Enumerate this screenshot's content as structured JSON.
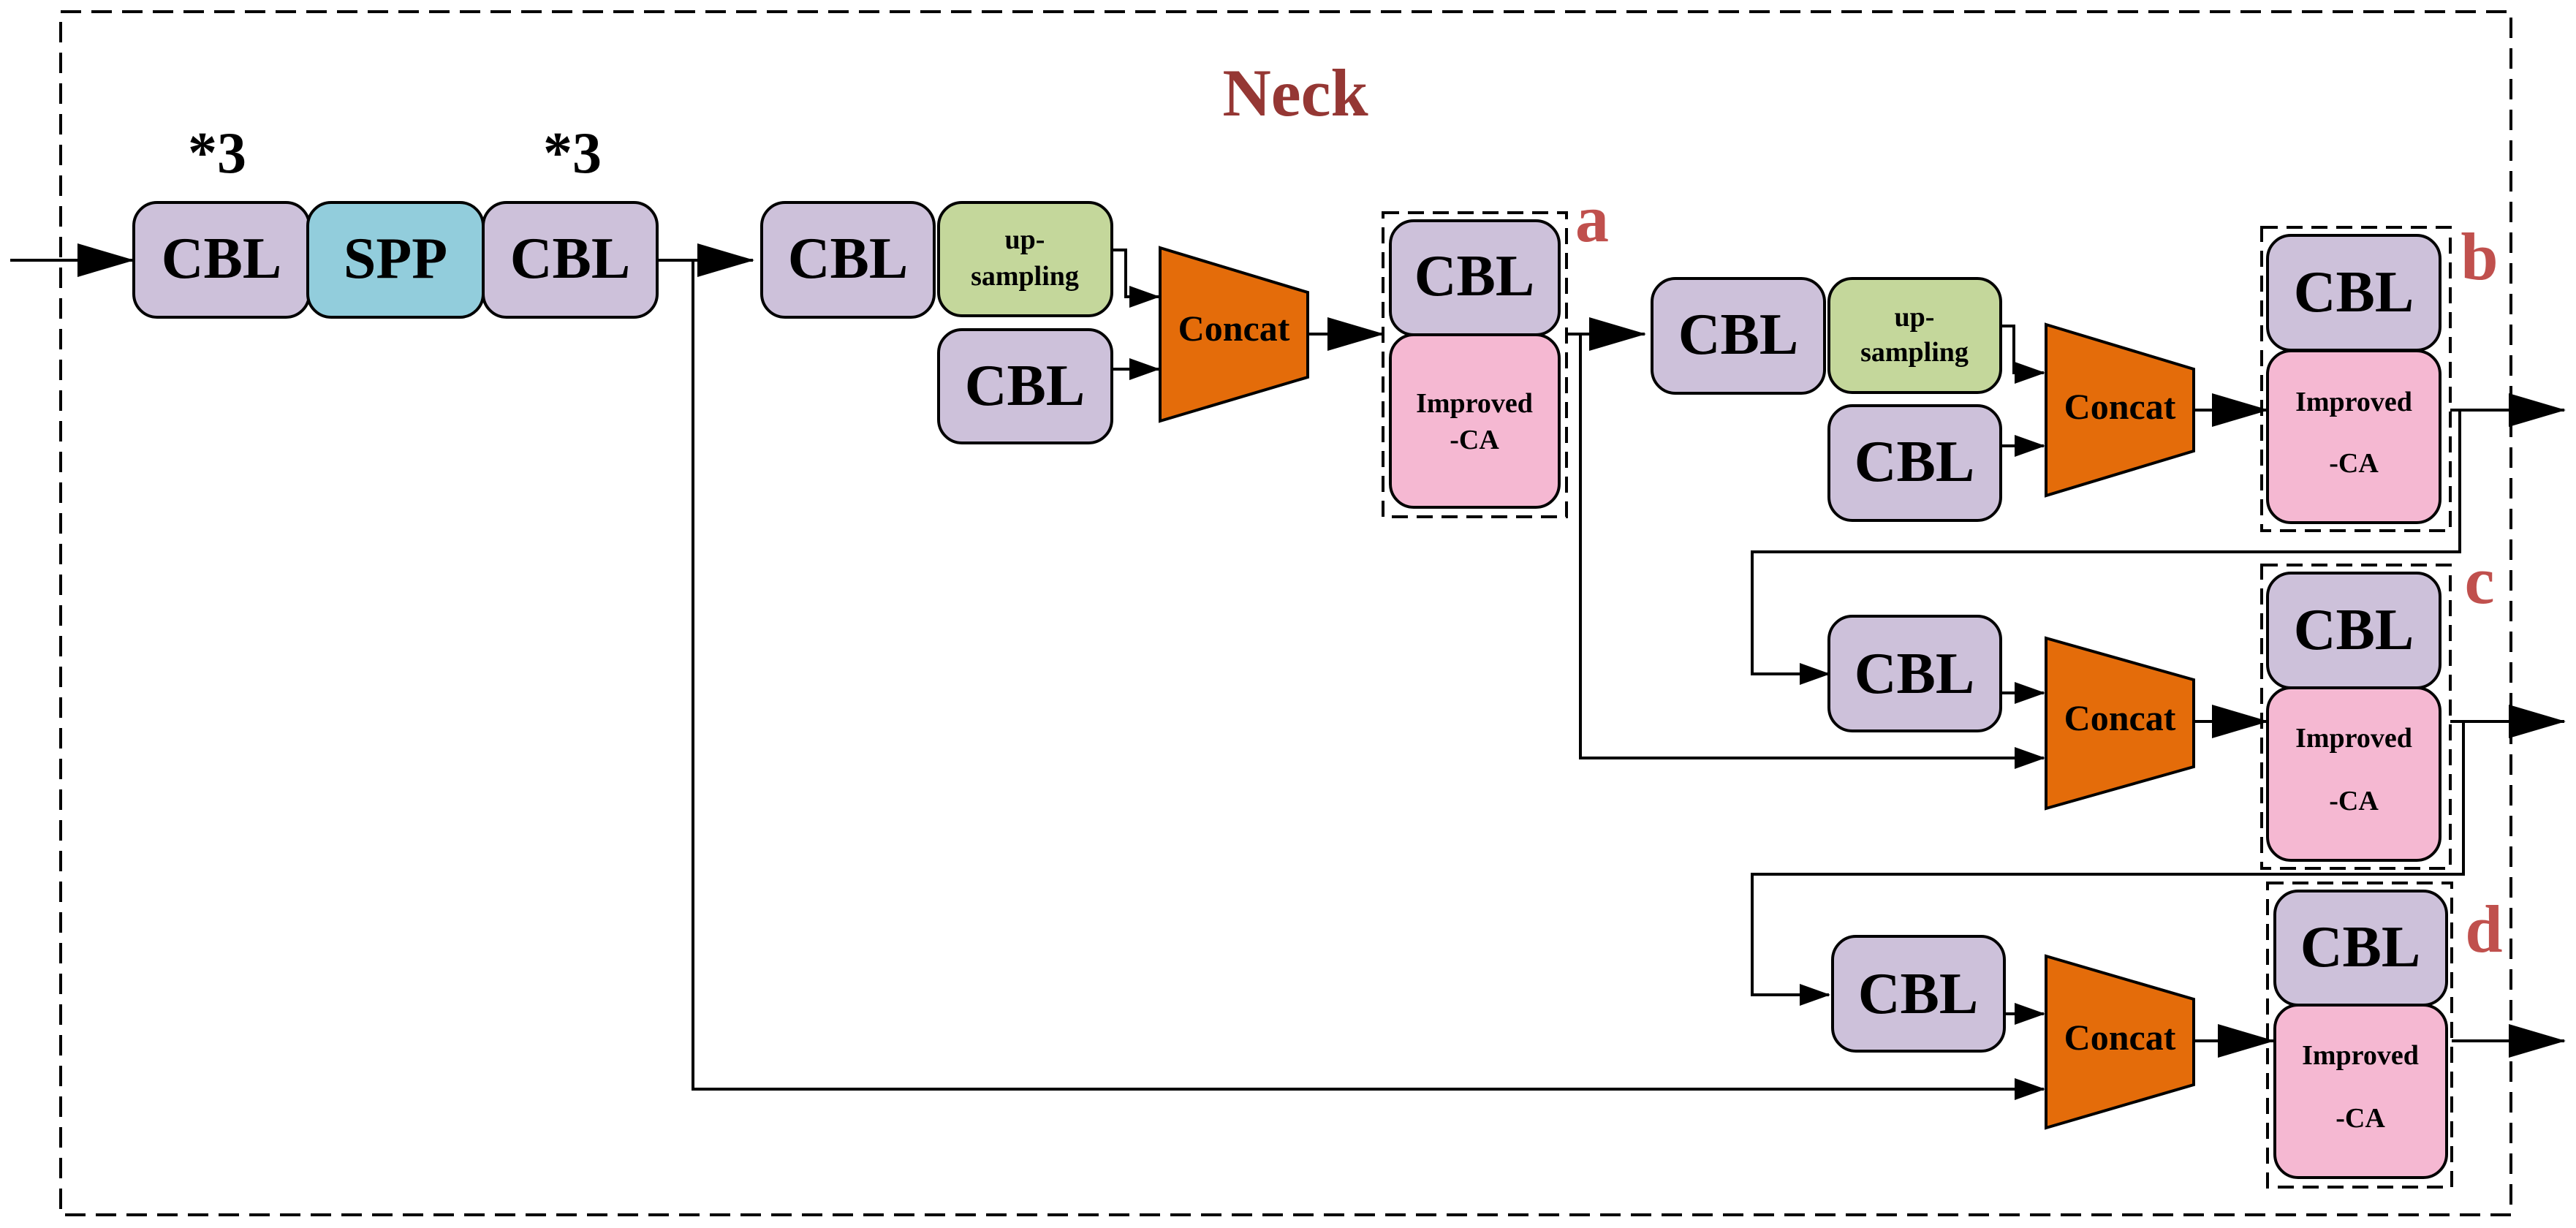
{
  "title": "Neck",
  "repeat_mark": "*3",
  "block_labels": {
    "cbl": "CBL",
    "spp": "SPP",
    "upsampling_line1": "up-",
    "upsampling_line2": "sampling",
    "concat": "Concat",
    "improved_line1": "Improved",
    "improved_line2": "-CA"
  },
  "group_labels": [
    "a",
    "b",
    "c",
    "d"
  ],
  "colors": {
    "cbl_fill": "#cdc1da",
    "spp_fill": "#92cddc",
    "upsampling_fill": "#c4d79b",
    "concat_fill": "#e46c0a",
    "improved_fill": "#f5b8d2",
    "title_color": "#953734",
    "group_label_color": "#c0504d",
    "stroke": "#000000"
  }
}
